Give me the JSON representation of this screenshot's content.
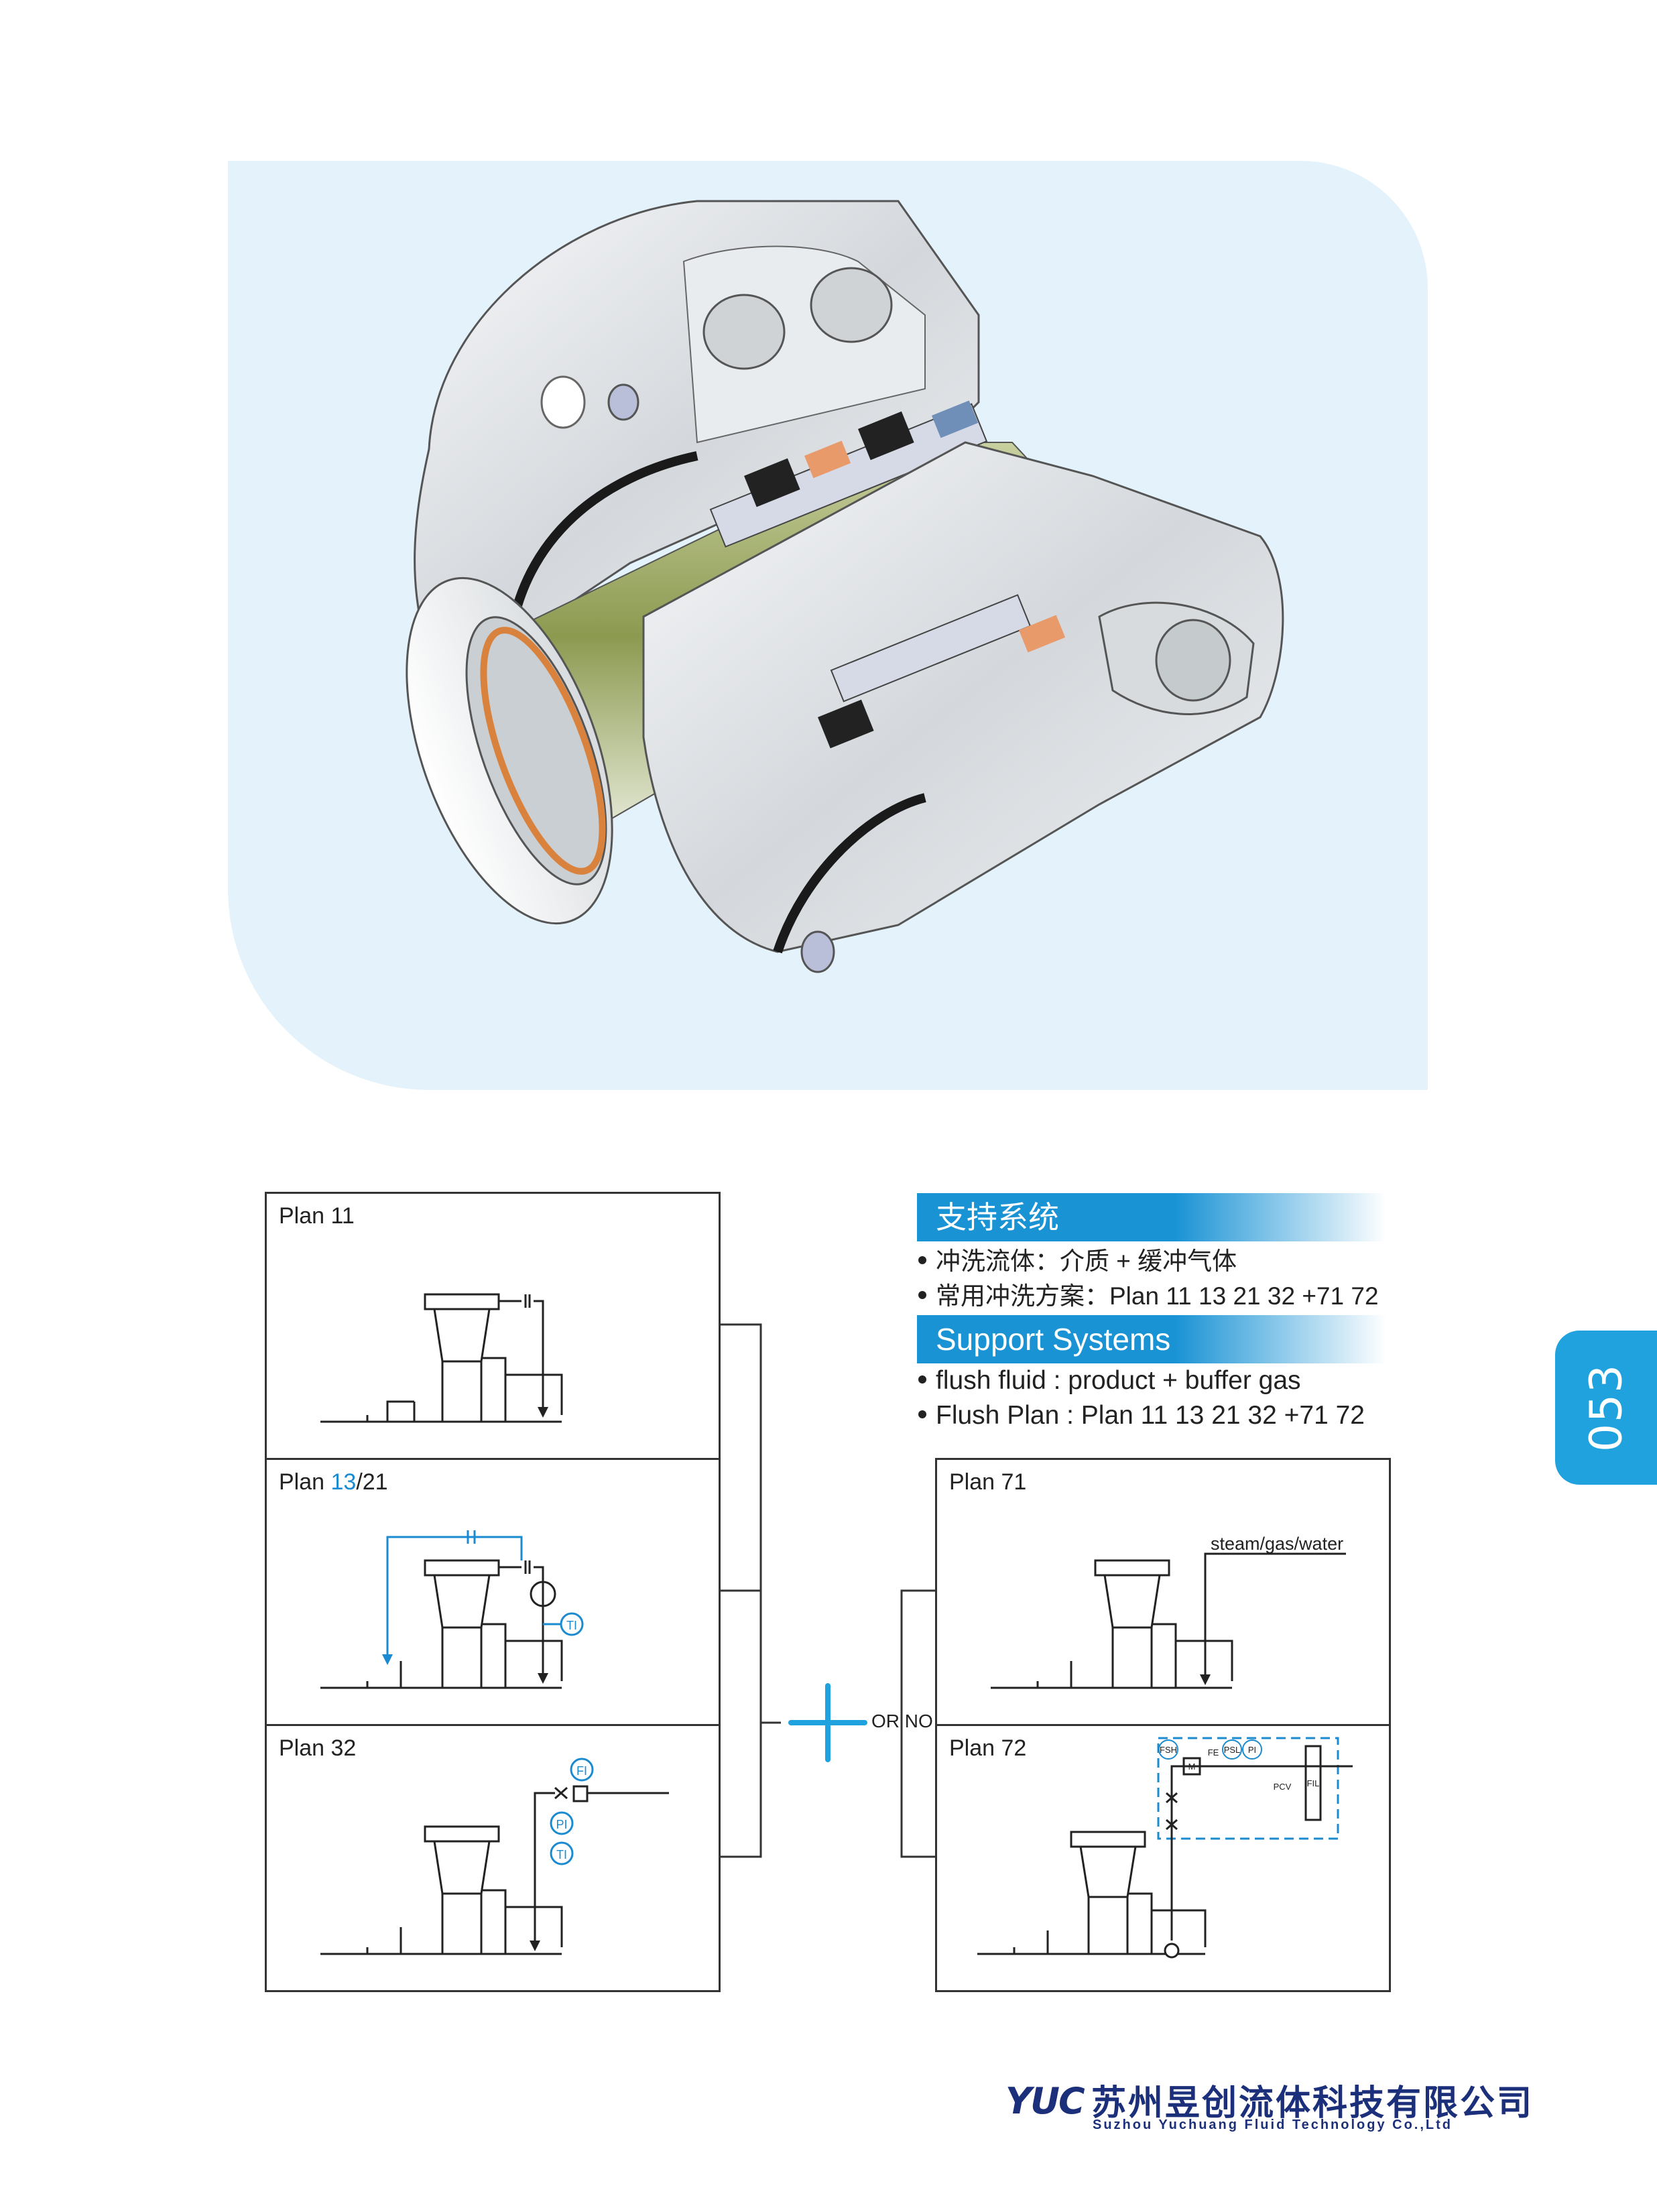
{
  "plans_left": [
    {
      "label": "Plan 11"
    },
    {
      "label_prefix": "Plan ",
      "label_highlight": "13",
      "label_suffix": "/21"
    },
    {
      "label": "Plan 32"
    }
  ],
  "plans_right": [
    {
      "label": "Plan 71",
      "annotation": "steam/gas/water"
    },
    {
      "label": "Plan 72"
    }
  ],
  "connector": {
    "or_label": "OR NO"
  },
  "support_cn": {
    "title": "支持系统",
    "bullets": [
      "冲洗流体：介质 + 缓冲气体",
      "常用冲洗方案：Plan 11 13 21 32 +71 72"
    ]
  },
  "support_en": {
    "title": "Support Systems",
    "bullets": [
      "flush fluid :  product + buffer gas",
      "Flush Plan : Plan 11 13 21 32 +71 72"
    ]
  },
  "instrument_tags": {
    "ti": "TI",
    "fi": "FI",
    "pi": "PI",
    "psl": "PSL",
    "fsh": "FSH",
    "fe": "FE",
    "m": "M",
    "pcv": "PCV",
    "fil": "FIL"
  },
  "page_number": "053",
  "company": {
    "logo_mark": "YUC",
    "name_cn": "苏州昱创流体科技有限公司",
    "name_en": "Suzhou Yuchuang Fluid Technology Co.,Ltd"
  },
  "colors": {
    "accent": "#1fa2de",
    "hero_bg": "#e3f2fb",
    "logo": "#1b2f7a"
  }
}
